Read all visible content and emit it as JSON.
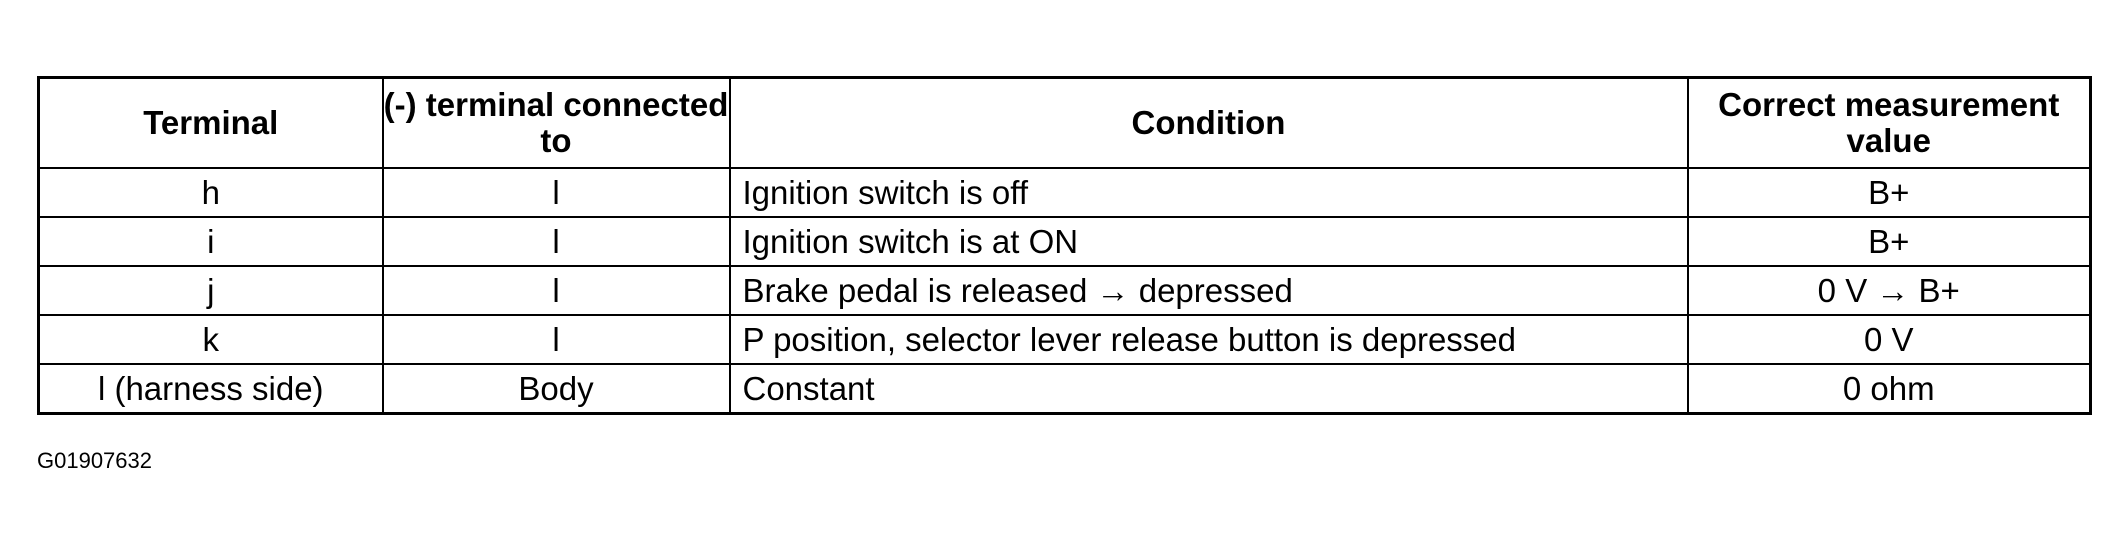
{
  "table": {
    "headers": [
      "Terminal",
      "(-) terminal connected to",
      "Condition",
      "Correct measurement value"
    ],
    "rows": [
      {
        "terminal": "h",
        "connected_to": "l",
        "condition": "Ignition switch is off",
        "value": "B+"
      },
      {
        "terminal": "i",
        "connected_to": "l",
        "condition": "Ignition switch is at ON",
        "value": "B+"
      },
      {
        "terminal": "j",
        "connected_to": "l",
        "condition": "Brake pedal is released → depressed",
        "value": "0 V → B+"
      },
      {
        "terminal": "k",
        "connected_to": "l",
        "condition": "P position, selector lever release button is depressed",
        "value": "0 V"
      },
      {
        "terminal": "l (harness side)",
        "connected_to": "Body",
        "condition": "Constant",
        "value": "0 ohm"
      }
    ]
  },
  "figure_id": "G01907632"
}
